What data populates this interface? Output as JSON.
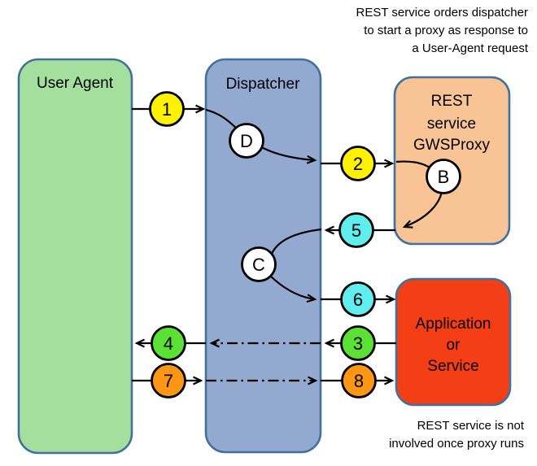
{
  "diagram": {
    "line_color": "#000000",
    "background": "#ffffff"
  },
  "boxes": {
    "user_agent": {
      "label": "User Agent",
      "fill": "#a5df9e",
      "border": "#41719c"
    },
    "dispatcher": {
      "label": "Dispatcher",
      "fill": "#93a9cf",
      "border": "#41719c"
    },
    "rest_service": {
      "line1": "REST",
      "line2": "service",
      "line3": "GWSProxy",
      "fill": "#f8c495",
      "border": "#41719c"
    },
    "app_service": {
      "line1": "Application",
      "line2": "or",
      "line3": "Service",
      "fill": "#f43e15",
      "border": "#41719c"
    }
  },
  "annotations": {
    "top_right_line1": "REST service orders dispatcher",
    "top_right_line2": "to start a proxy as response to",
    "top_right_line3": "a User-Agent request",
    "bottom_right_line1": "REST service is not",
    "bottom_right_line2": "involved once proxy runs"
  },
  "steps": [
    {
      "label": "1",
      "color": "#fff200"
    },
    {
      "label": "2",
      "color": "#fff200"
    },
    {
      "label": "3",
      "color": "#5be135"
    },
    {
      "label": "4",
      "color": "#5be135"
    },
    {
      "label": "5",
      "color": "#5feded"
    },
    {
      "label": "6",
      "color": "#5feded"
    },
    {
      "label": "7",
      "color": "#fb9714"
    },
    {
      "label": "8",
      "color": "#fb9714"
    }
  ],
  "letters": [
    {
      "label": "D",
      "color": "#ffffff"
    },
    {
      "label": "B",
      "color": "#ffffff"
    },
    {
      "label": "C",
      "color": "#ffffff"
    }
  ]
}
